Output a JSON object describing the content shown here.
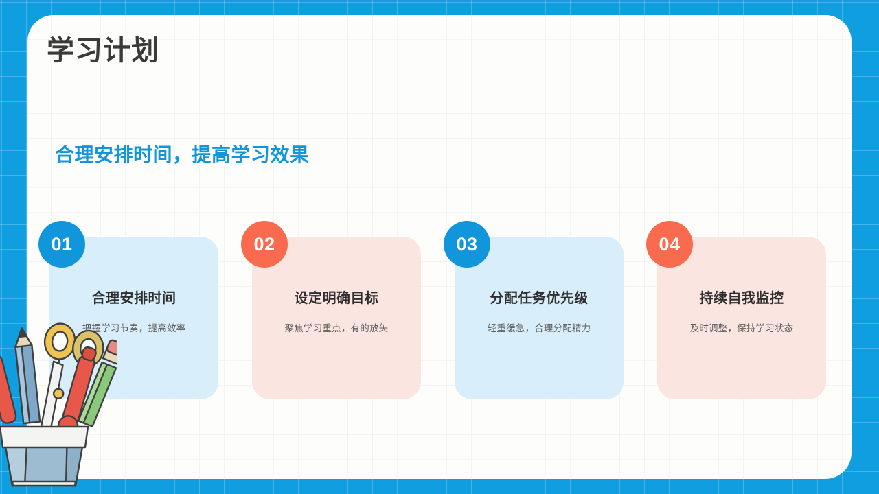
{
  "slide": {
    "title": "学习计划",
    "subtitle": "合理安排时间，提高学习效果",
    "colors": {
      "background_blue": "#0F9EE0",
      "card_white": "#FDFDFB",
      "accent_blue": "#1296DB",
      "accent_orange": "#FA6A4F",
      "panel_blue": "#D8EEFA",
      "panel_pink": "#FBE5E1",
      "title_text": "#3A3A3A",
      "body_text": "#5C5C5C"
    }
  },
  "steps": [
    {
      "number": "01",
      "title": "合理安排时间",
      "desc": "把握学习节奏，提高效率",
      "theme": "blue"
    },
    {
      "number": "02",
      "title": "设定明确目标",
      "desc": "聚焦学习重点，有的放矢",
      "theme": "pink"
    },
    {
      "number": "03",
      "title": "分配任务优先级",
      "desc": "轻重缓急，合理分配精力",
      "theme": "blue"
    },
    {
      "number": "04",
      "title": "持续自我监控",
      "desc": "及时调整，保持学习状态",
      "theme": "pink"
    }
  ],
  "decoration": {
    "illustration_name": "pencil-cup-illustration"
  }
}
